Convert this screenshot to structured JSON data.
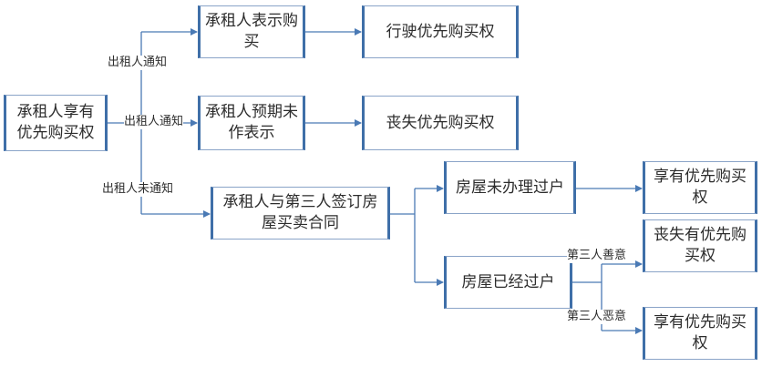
{
  "nodes": {
    "root": "承租人享有优先购买权",
    "notify_buy": "承租人表示购买",
    "exercise": "行驶优先购买权",
    "notify_none": "承租人预期未作表示",
    "lose1": "丧失优先购买权",
    "sign_sale": "承租人与第三人签订房屋买卖合同",
    "not_transferred": "房屋未办理过户",
    "keep1": "享有优先购买权",
    "transferred": "房屋已经过户",
    "lose2": "丧失有优先购买权",
    "keep2": "享有优先购买权"
  },
  "labels": {
    "notified_top": "出租人通知",
    "notified_mid": "出租人通知",
    "not_notified": "出租人未通知",
    "good_faith": "第三人善意",
    "bad_faith": "第三人恶意"
  },
  "colors": {
    "line": "#4a7ab5",
    "box_border": "#3f6fa8"
  }
}
